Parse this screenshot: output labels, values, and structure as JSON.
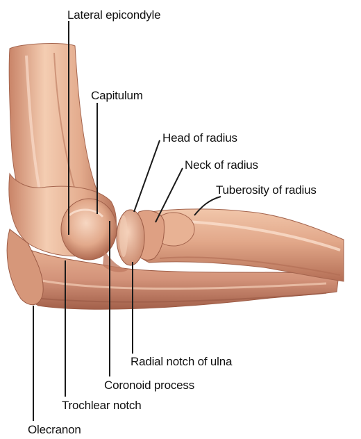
{
  "labels": {
    "lateral_epicondyle": "Lateral epicondyle",
    "capitulum": "Capitulum",
    "head_of_radius": "Head of radius",
    "neck_of_radius": "Neck of radius",
    "tuberosity_of_radius": "Tuberosity of radius",
    "radial_notch_of_ulna": "Radial notch of ulna",
    "coronoid_process": "Coronoid process",
    "trochlear_notch": "Trochlear notch",
    "olecranon": "Olecranon"
  },
  "colors": {
    "bone_light": "#f2c4a6",
    "bone_mid": "#d9987a",
    "bone_dark": "#a8634a",
    "leader_line": "#1a1a1a"
  }
}
